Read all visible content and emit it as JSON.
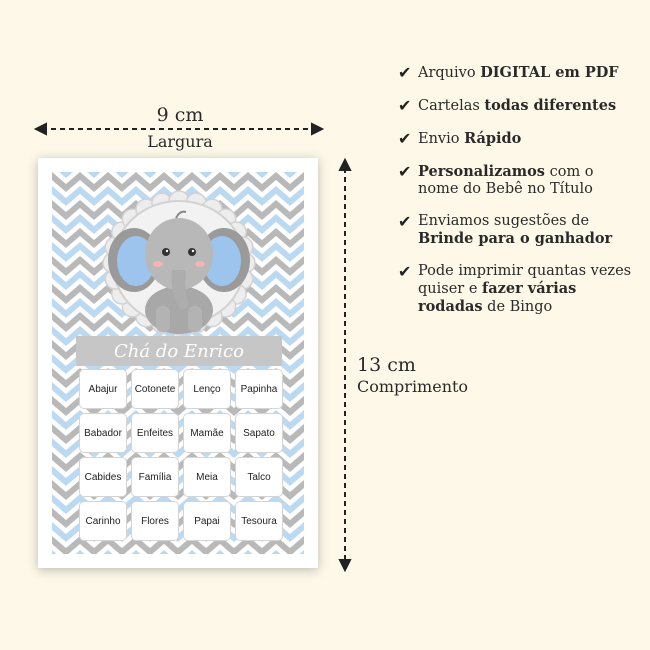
{
  "dimensions": {
    "width_value": "9 cm",
    "width_label": "Largura",
    "height_value": "13 cm",
    "height_label": "Comprimento"
  },
  "card": {
    "title": "Chá do Enrico",
    "words": [
      [
        "Abajur",
        "Cotonete",
        "Lenço",
        "Papinha"
      ],
      [
        "Babador",
        "Enfeites",
        "Mamãe",
        "Sapato"
      ],
      [
        "Cabides",
        "Família",
        "Meia",
        "Talco"
      ],
      [
        "Carinho",
        "Flores",
        "Papai",
        "Tesoura"
      ]
    ]
  },
  "features": [
    {
      "segments": [
        {
          "text": "Arquivo ",
          "bold": false
        },
        {
          "text": "DIGITAL em PDF",
          "bold": true
        }
      ]
    },
    {
      "segments": [
        {
          "text": "Cartelas ",
          "bold": false
        },
        {
          "text": "todas diferentes",
          "bold": true
        }
      ]
    },
    {
      "segments": [
        {
          "text": "Envio ",
          "bold": false
        },
        {
          "text": "Rápido",
          "bold": true
        }
      ]
    },
    {
      "segments": [
        {
          "text": "Personalizamos",
          "bold": true
        },
        {
          "text": " com o nome do Bebê no Título",
          "bold": false
        }
      ]
    },
    {
      "segments": [
        {
          "text": "Enviamos sugestões de ",
          "bold": false
        },
        {
          "text": "Brinde para o ganhador",
          "bold": true
        }
      ]
    },
    {
      "segments": [
        {
          "text": "Pode imprimir quantas vezes quiser e ",
          "bold": false
        },
        {
          "text": "fazer várias rodadas",
          "bold": true
        },
        {
          "text": " de Bingo",
          "bold": false
        }
      ]
    }
  ],
  "colors": {
    "background": "#fdf8e8",
    "chevron_blue": "#bcd9f2",
    "chevron_gray": "#b9b9b9",
    "title_bar": "#c6c6c6",
    "elephant_ear": "#9cc4ec"
  },
  "icons": {
    "check": "check-icon",
    "illustration": "elephant-icon"
  }
}
